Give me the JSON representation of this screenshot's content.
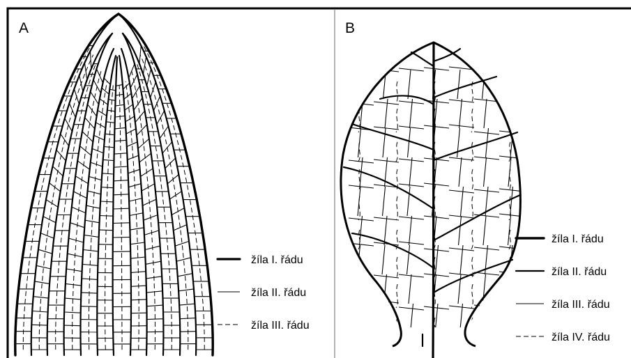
{
  "panel_a": {
    "label": "A",
    "legend": [
      {
        "label": "žíla I. řádu",
        "style": "thick"
      },
      {
        "label": "žíla II. řádu",
        "style": "thin"
      },
      {
        "label": "žíla III. řádu",
        "style": "dashed"
      }
    ]
  },
  "panel_b": {
    "label": "B",
    "legend": [
      {
        "label": "žíla I. řádu",
        "style": "thickest"
      },
      {
        "label": "žíla II. řádu",
        "style": "thick"
      },
      {
        "label": "žíla III. řádu",
        "style": "thin"
      },
      {
        "label": "žíla IV. řádu",
        "style": "dashed"
      }
    ]
  },
  "colors": {
    "ink": "#000000",
    "divider": "#9a9a9a",
    "background": "#ffffff"
  }
}
